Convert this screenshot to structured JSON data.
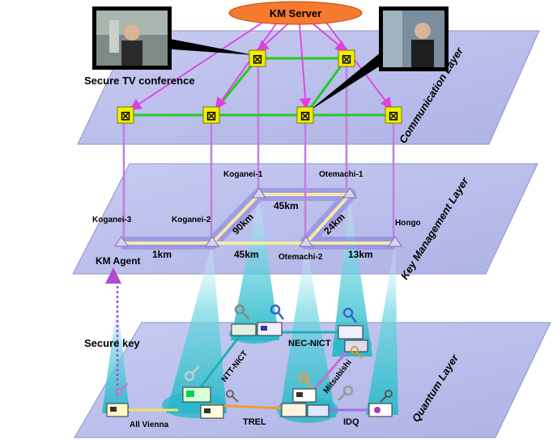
{
  "km_server": "KM Server",
  "secure_tv_conference": "Secure TV conference",
  "layers": {
    "communication": "Communication Layer",
    "key_management": "Key Management Layer",
    "quantum": "Quantum Layer"
  },
  "nodes": {
    "koganei_1": "Koganei-1",
    "otemachi_1": "Otemachi-1",
    "koganei_3": "Koganei-3",
    "koganei_2": "Koganei-2",
    "hongo": "Hongo",
    "otemachi_2": "Otemachi-2"
  },
  "distances": {
    "d45_top": "45km",
    "d90": "90km",
    "d24": "24km",
    "d1": "1km",
    "d45_bottom": "45km",
    "d13": "13km"
  },
  "km_agent": "KM Agent",
  "secure_key": "Secure key",
  "quantum_links": {
    "ntt_nict": "NTT-NICT",
    "nec_nict": "NEC-NICT",
    "mitsubishi": "Mitsubishi",
    "all_vienna": "All Vienna",
    "trel": "TREL",
    "idq": "IDQ"
  },
  "colors": {
    "plane": "#b9bde9",
    "switch": "#f2ee00",
    "comm_link": "#22cc22",
    "signal_link": "#e040e0",
    "km_server": "#f57a2e",
    "beam": "#3fc6d6",
    "km_link": "#f5e9a8"
  }
}
